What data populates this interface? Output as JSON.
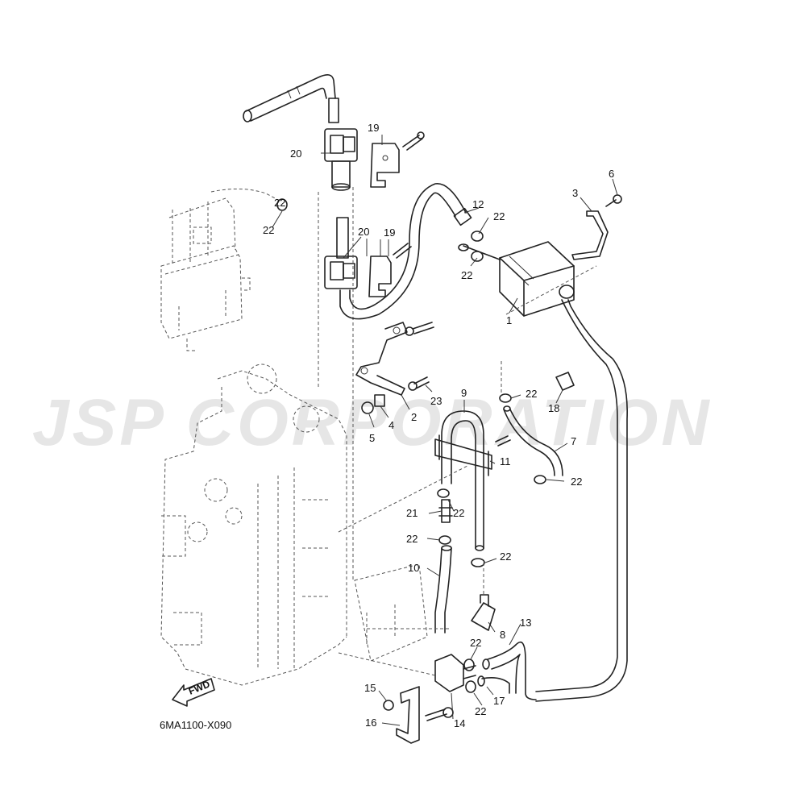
{
  "watermark": {
    "text": "JSP CORPORATION"
  },
  "drawing_code": "6MA1100-X090",
  "fwd_label": "FWD",
  "callouts": [
    {
      "id": "c1",
      "text": "1"
    },
    {
      "id": "c2",
      "text": "2"
    },
    {
      "id": "c3",
      "text": "3"
    },
    {
      "id": "c4",
      "text": "4"
    },
    {
      "id": "c5",
      "text": "5"
    },
    {
      "id": "c6",
      "text": "6"
    },
    {
      "id": "c7",
      "text": "7"
    },
    {
      "id": "c8",
      "text": "8"
    },
    {
      "id": "c9",
      "text": "9"
    },
    {
      "id": "c10",
      "text": "10"
    },
    {
      "id": "c11",
      "text": "11"
    },
    {
      "id": "c12",
      "text": "12"
    },
    {
      "id": "c13",
      "text": "13"
    },
    {
      "id": "c14",
      "text": "14"
    },
    {
      "id": "c15",
      "text": "15"
    },
    {
      "id": "c16",
      "text": "16"
    },
    {
      "id": "c17",
      "text": "17"
    },
    {
      "id": "c18",
      "text": "18"
    },
    {
      "id": "c19a",
      "text": "19"
    },
    {
      "id": "c19b",
      "text": "19"
    },
    {
      "id": "c20a",
      "text": "20"
    },
    {
      "id": "c20b",
      "text": "20"
    },
    {
      "id": "c21",
      "text": "21"
    },
    {
      "id": "c22a",
      "text": "22"
    },
    {
      "id": "c22b",
      "text": "22"
    },
    {
      "id": "c22c",
      "text": "22"
    },
    {
      "id": "c22d",
      "text": "22"
    },
    {
      "id": "c22e",
      "text": "22"
    },
    {
      "id": "c22f",
      "text": "22"
    },
    {
      "id": "c22g",
      "text": "22"
    },
    {
      "id": "c22h",
      "text": "22"
    },
    {
      "id": "c22i",
      "text": "22"
    },
    {
      "id": "c22j",
      "text": "22"
    },
    {
      "id": "c22k",
      "text": "22"
    },
    {
      "id": "c23",
      "text": "23"
    }
  ]
}
